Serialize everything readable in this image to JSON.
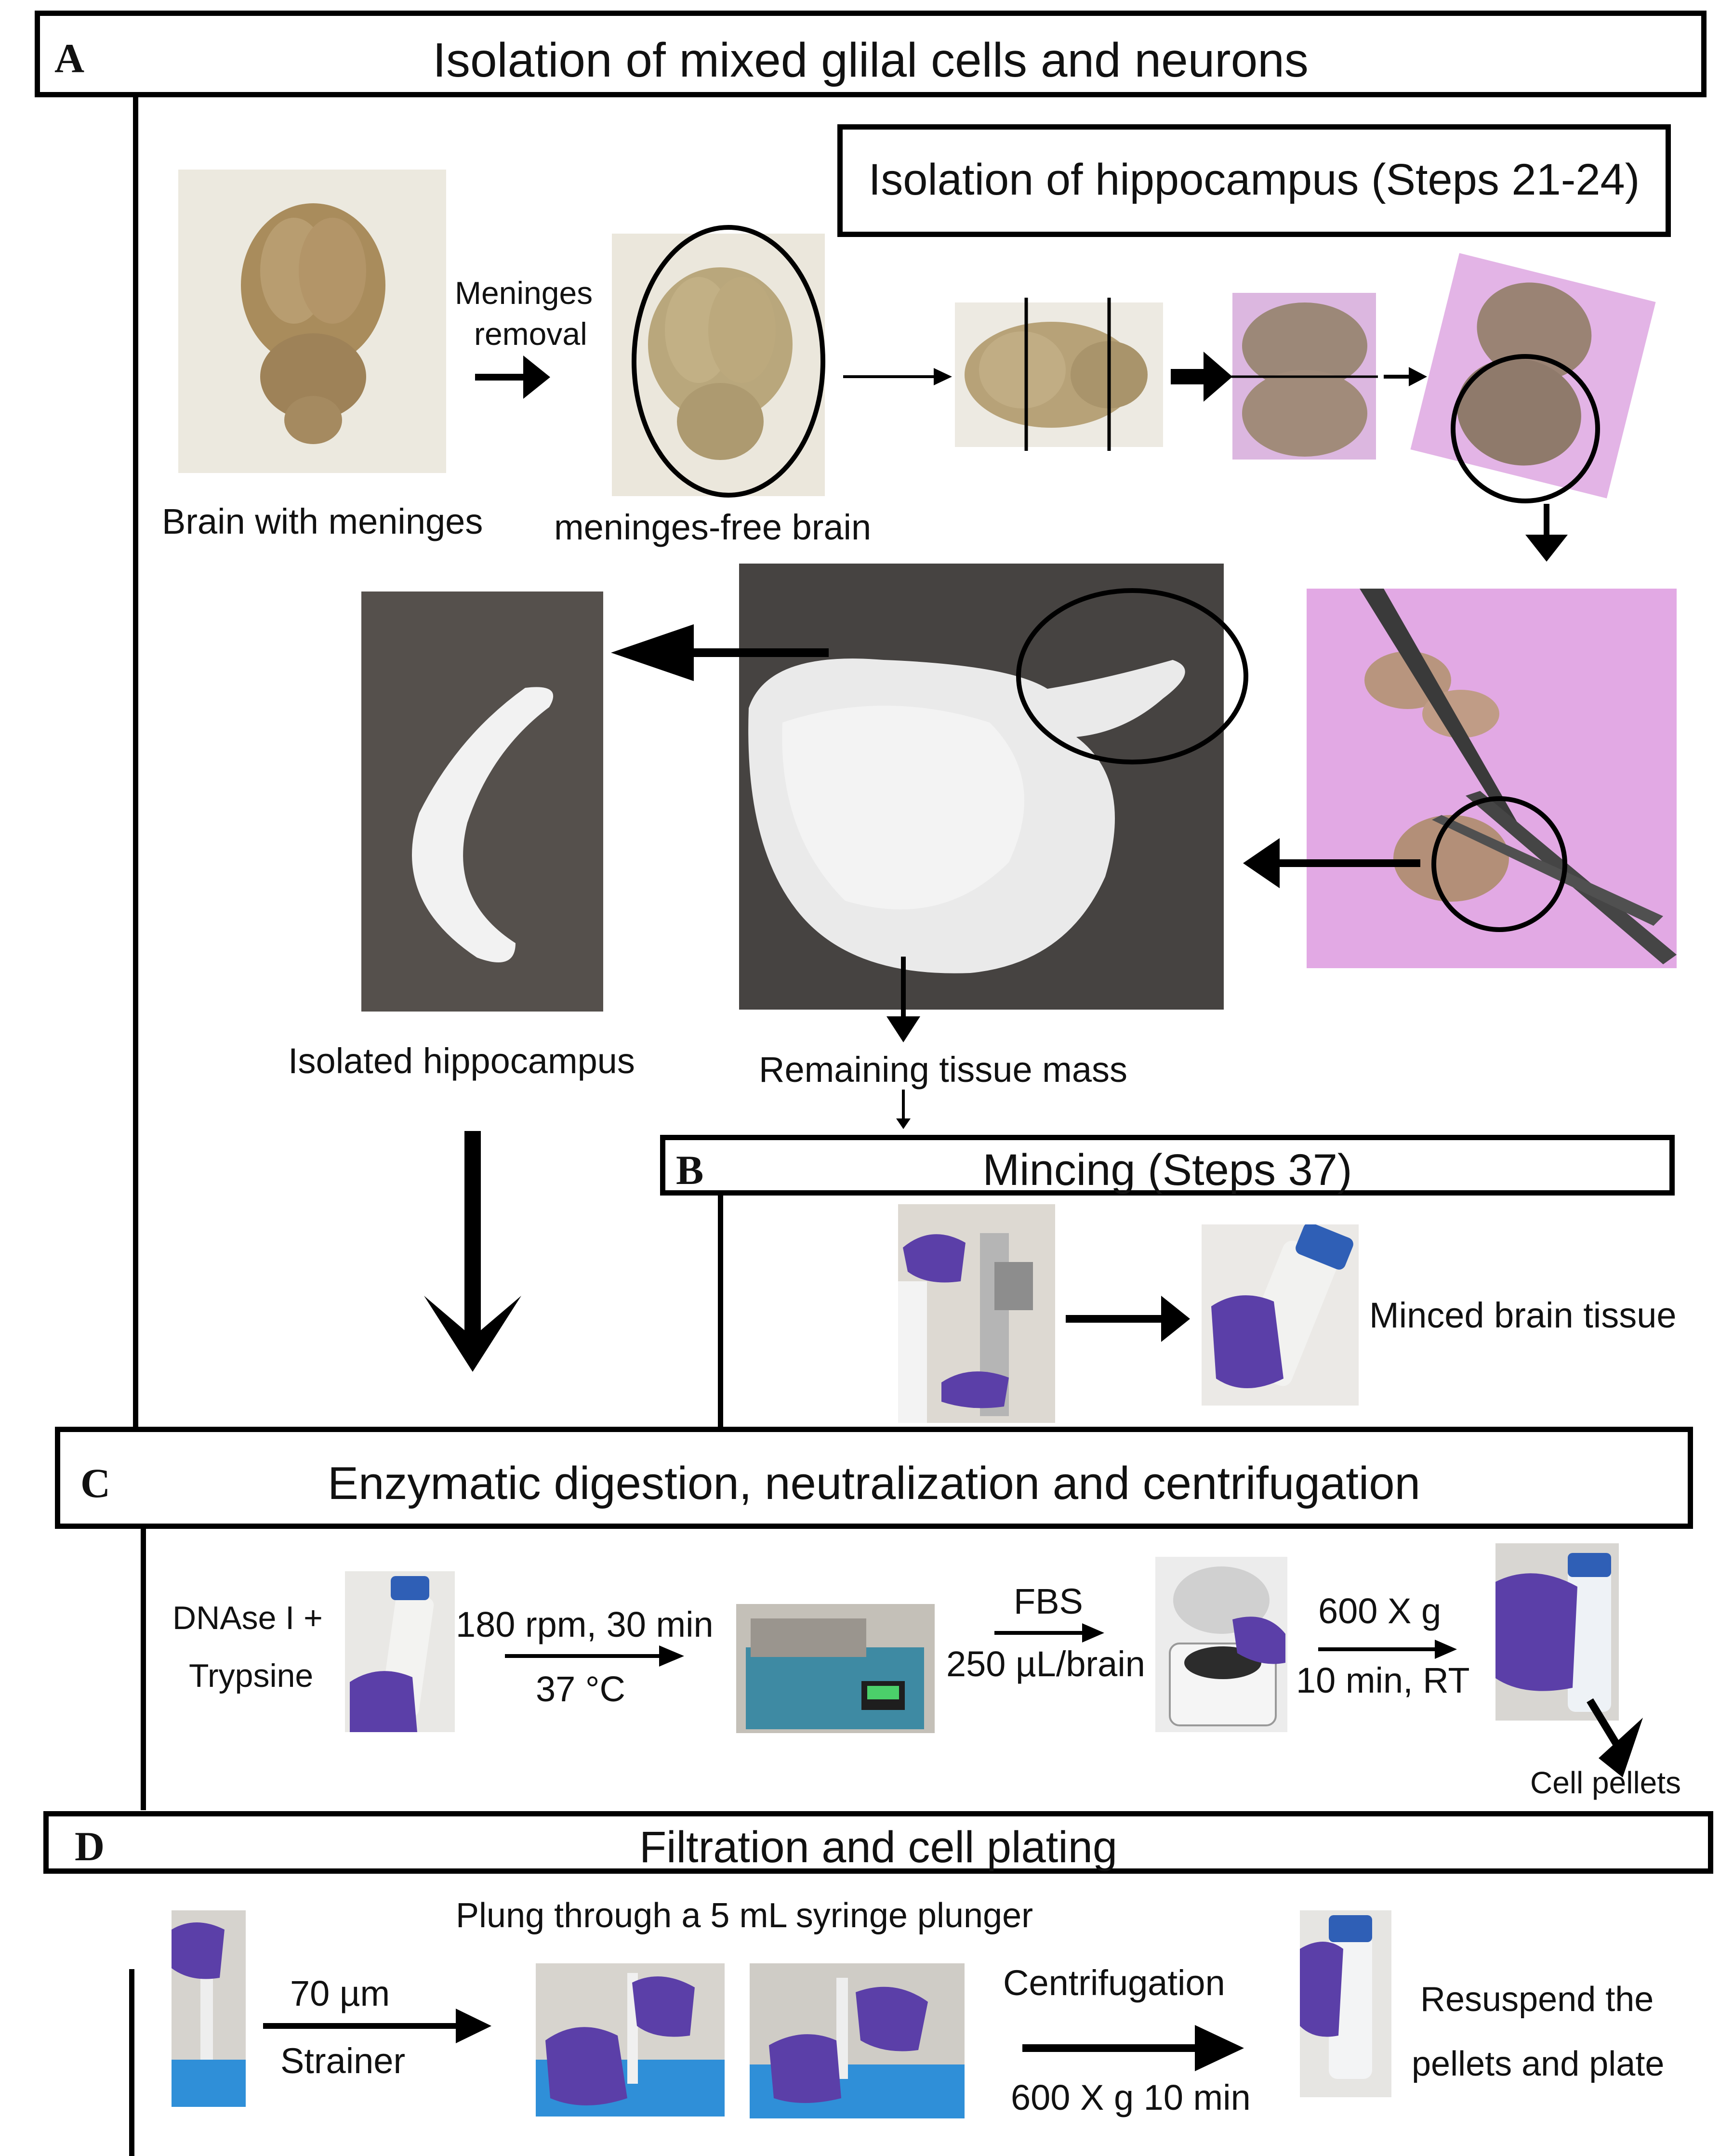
{
  "section_a": {
    "letter": "A",
    "title": "Isolation of mixed glilal cells and neurons",
    "sub_title": "Isolation of hippocampus (Steps 21-24)",
    "brain_with_meninges": "Brain with meninges",
    "meninges_removal_1": "Meninges",
    "meninges_removal_2": "removal",
    "meninges_free_brain": "meninges-free brain",
    "isolated_hippocampus": "Isolated hippocampus",
    "remaining_tissue_mass": "Remaining tissue mass"
  },
  "section_b": {
    "letter": "B",
    "title": "Mincing (Steps 37)",
    "minced_brain_tissue": "Minced brain tissue"
  },
  "section_c": {
    "letter": "C",
    "title": "Enzymatic digestion, neutralization and centrifugation",
    "enzymes_1": "DNAse I +",
    "enzymes_2": "Trypsine",
    "shake_top": "180 rpm, 30 min",
    "shake_bottom": "37 °C",
    "fbs_top": "FBS",
    "fbs_bottom": "250 µL/brain",
    "spin_top": "600 X g",
    "spin_bottom": "10 min, RT",
    "cell_pellets": "Cell pellets"
  },
  "section_d": {
    "letter": "D",
    "title": "Filtration and cell plating",
    "plunge_note": "Plung through a 5 mL syringe plunger",
    "strainer_top": "70 µm",
    "strainer_bottom": "Strainer",
    "centrifugation": "Centrifugation",
    "centrifugation_params": "600 X g 10 min",
    "resuspend_1": "Resuspend the",
    "resuspend_2": "pellets and plate"
  },
  "colors": {
    "line": "#000000",
    "glove": "#5b3fa8",
    "pink_background": "#e0b0e8",
    "brain_tan": "#b9a07a",
    "tube_cap": "#2f5fb6"
  }
}
